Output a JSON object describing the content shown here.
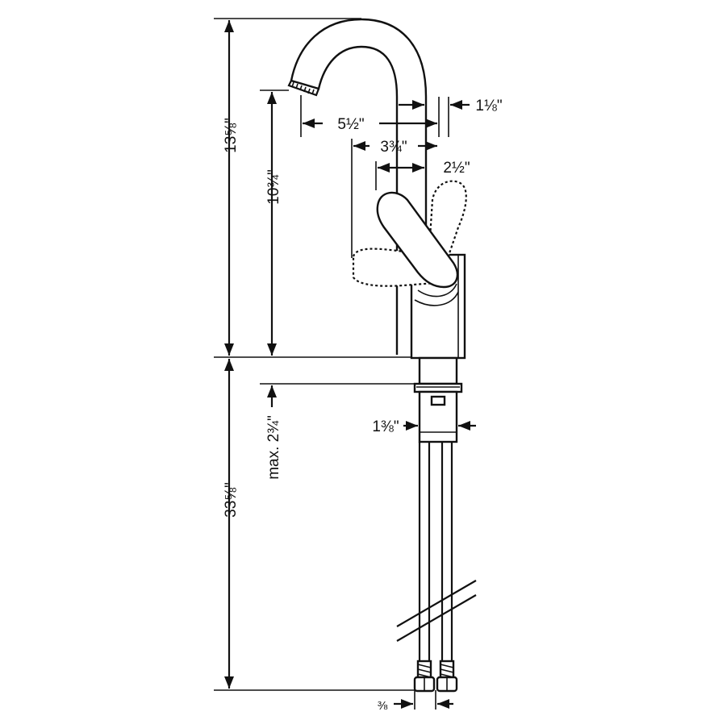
{
  "dimensions": {
    "total_height_above": "13⅝\"",
    "spout_height": "10¾\"",
    "spout_reach": "5½\"",
    "handle_reach": "3¾\"",
    "body_offset": "2½\"",
    "spout_tube": "1⅛\"",
    "shank_diameter": "1⅜\"",
    "max_deck_thickness": "max. 2¾\"",
    "below_deck_length": "33⅝\"",
    "supply_connection": "⅜"
  }
}
